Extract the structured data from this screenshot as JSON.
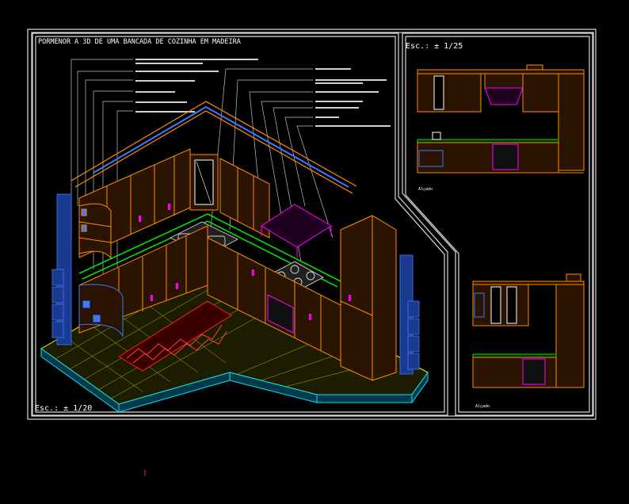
{
  "title": "PORMENOR A 3D DE UMA BANCADA DE COZINHA EM MADEIRA",
  "scale_main": "Esc.: ± 1/20",
  "scale_elev": "Esc.: ± 1/25",
  "elevation_top_caption": "Alçado",
  "elevation_bottom_caption": "Alçado",
  "colors": {
    "frame": "#d9d9d9",
    "cabinet": "#ff8c00",
    "counter_green": "#00e000",
    "blue": "#3c78ff",
    "cyan": "#00e5ff",
    "yellow": "#ffff00",
    "red": "#ff2020",
    "magenta": "#ff00ff",
    "white": "#ffffff",
    "gray": "#bcbcbc"
  }
}
